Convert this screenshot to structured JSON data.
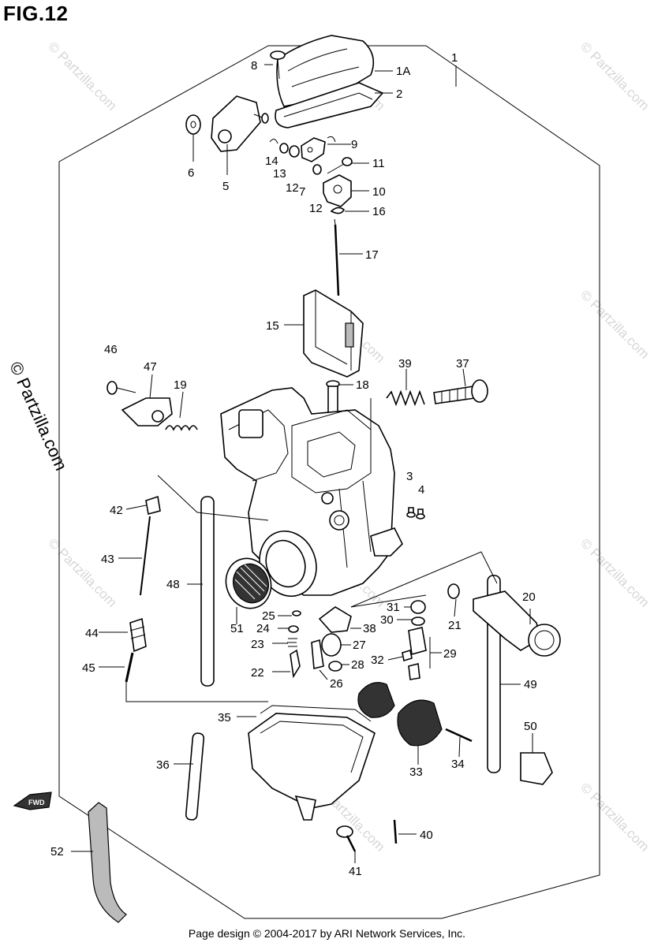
{
  "figure_title": "FIG.12",
  "watermark_text": "© Partzilla.com",
  "footer_text": "Page design © 2004-2017 by ARI Network Services, Inc.",
  "fwd_label": "FWD",
  "callouts": [
    "1",
    "1A",
    "2",
    "3",
    "4",
    "5",
    "6",
    "7",
    "8",
    "9",
    "10",
    "11",
    "12",
    "12",
    "13",
    "14",
    "15",
    "16",
    "17",
    "18",
    "19",
    "20",
    "21",
    "22",
    "23",
    "24",
    "25",
    "26",
    "27",
    "28",
    "29",
    "30",
    "31",
    "32",
    "33",
    "34",
    "35",
    "36",
    "37",
    "38",
    "39",
    "40",
    "41",
    "42",
    "43",
    "44",
    "45",
    "46",
    "47",
    "48",
    "49",
    "50",
    "51",
    "52"
  ]
}
